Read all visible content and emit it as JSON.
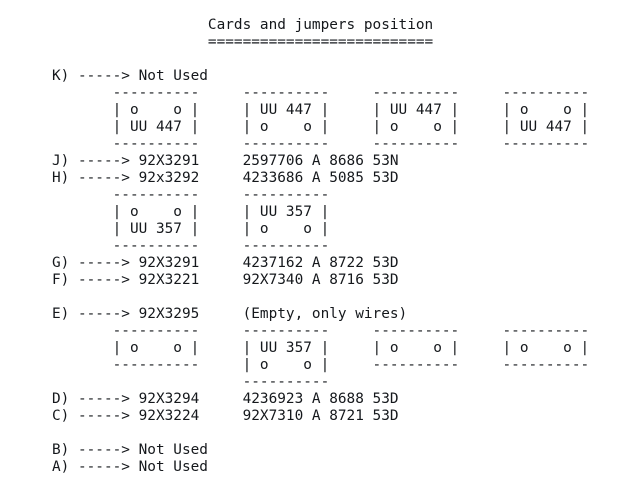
{
  "colors": {
    "background": "#ffffff",
    "text": "#15181c"
  },
  "doc": {
    "title": "Cards and jumpers position",
    "underline": "==========================",
    "arrow": "----->",
    "card_edge": "----------",
    "sections": [
      {
        "type": "slot",
        "label": "K)",
        "name": "Not Used",
        "part": ""
      },
      {
        "type": "cards",
        "cards": [
          [
            "| o    o |",
            "| UU 447 |"
          ],
          [
            "| UU 447 |",
            "| o    o |"
          ],
          [
            "| UU 447 |",
            "| o    o |"
          ],
          [
            "| o    o |",
            "| UU 447 |"
          ]
        ]
      },
      {
        "type": "slot",
        "label": "J)",
        "name": "92X3291",
        "part": "2597706 A 8686 53N"
      },
      {
        "type": "slot",
        "label": "H)",
        "name": "92x3292",
        "part": "4233686 A 5085 53D"
      },
      {
        "type": "cards",
        "cards": [
          [
            "| o    o |",
            "| UU 357 |"
          ],
          [
            "| UU 357 |",
            "| o    o |"
          ]
        ]
      },
      {
        "type": "slot",
        "label": "G)",
        "name": "92X3291",
        "part": "4237162 A 8722 53D"
      },
      {
        "type": "slot",
        "label": "F)",
        "name": "92X3221",
        "part": "92X7340 A 8716 53D"
      },
      {
        "type": "blank"
      },
      {
        "type": "slot",
        "label": "E)",
        "name": "92X3295",
        "part": "(Empty, only wires)"
      },
      {
        "type": "cards",
        "cards": [
          [
            "| o    o |"
          ],
          [
            "| UU 357 |",
            "| o    o |"
          ],
          [
            "| o    o |"
          ],
          [
            "| o    o |"
          ]
        ]
      },
      {
        "type": "slot",
        "label": "D)",
        "name": "92X3294",
        "part": "4236923 A 8688 53D"
      },
      {
        "type": "slot",
        "label": "C)",
        "name": "92X3224",
        "part": "92X7310 A 8721 53D"
      },
      {
        "type": "blank"
      },
      {
        "type": "slot",
        "label": "B)",
        "name": "Not Used",
        "part": ""
      },
      {
        "type": "slot",
        "label": "A)",
        "name": "Not Used",
        "part": ""
      }
    ]
  }
}
